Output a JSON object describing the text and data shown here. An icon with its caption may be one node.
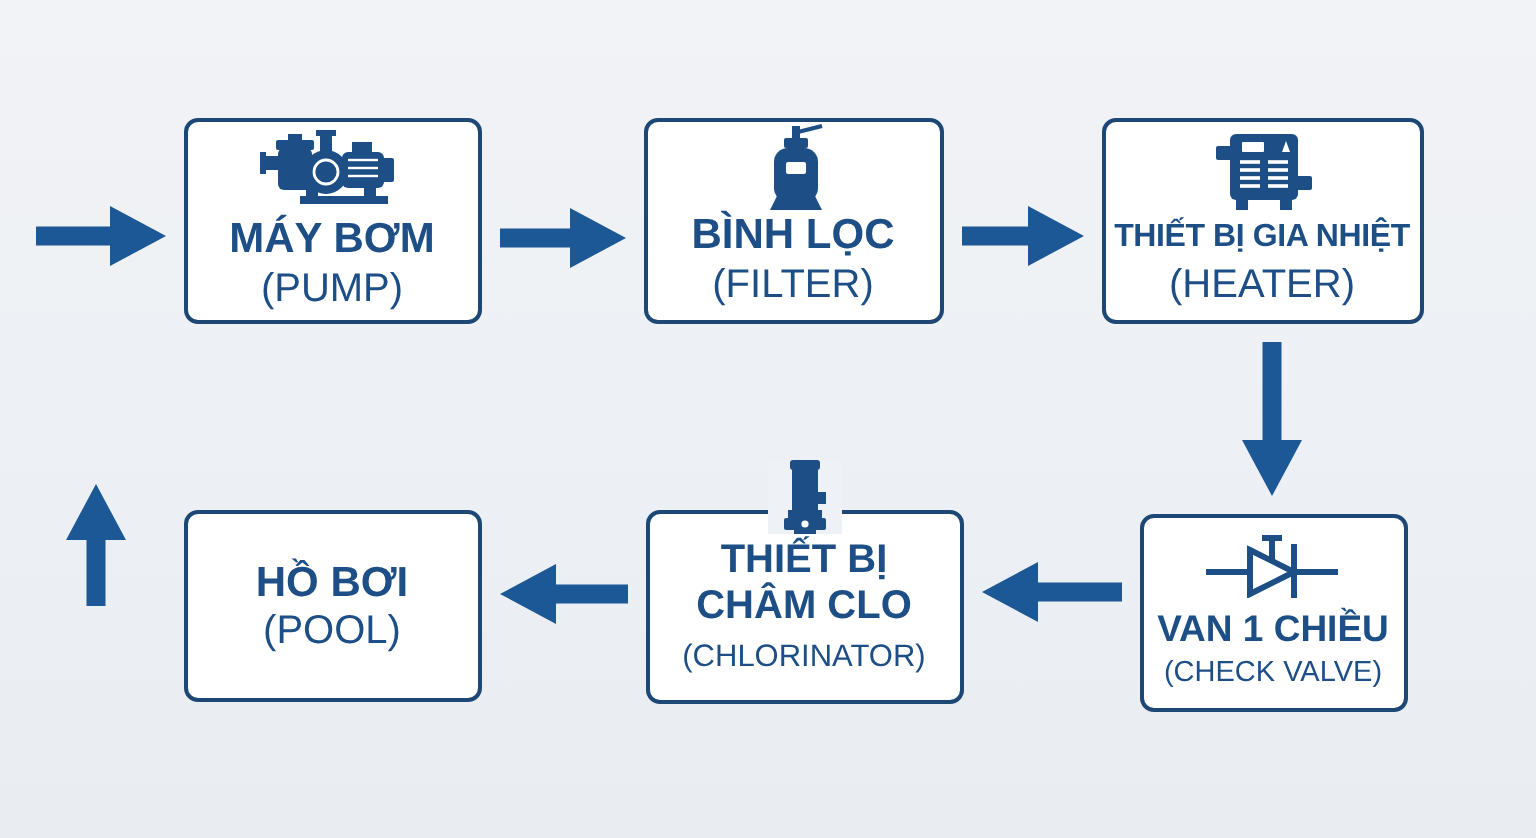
{
  "diagram": {
    "nodes": [
      {
        "text": [
          "MÁY BƠM",
          "(PUMP)"
        ]
      },
      {
        "text": [
          "BÌNH LỌC",
          "(FILTER)"
        ]
      },
      {
        "text": [
          "THIẾT BỊ GIA NHIỆT",
          "(HEATER)"
        ]
      },
      {
        "text": [
          "HỒ BƠI",
          "(POOL)"
        ]
      },
      {
        "text": [
          "THIẾT BỊ CHÂM CLO",
          "(CHLORINATOR)"
        ]
      },
      {
        "text": [
          "VAN 1 CHIỀU",
          "(CHECK VALVE)"
        ]
      }
    ],
    "edges": [
      {
        "from": null,
        "to": 0,
        "arrow": "to"
      },
      {
        "from": 0,
        "to": 1,
        "arrow": "to"
      },
      {
        "from": 1,
        "to": 2,
        "arrow": "to"
      },
      {
        "from": 2,
        "to": 5,
        "arrow": "to"
      },
      {
        "from": 5,
        "to": 4,
        "arrow": "to"
      },
      {
        "from": 4,
        "to": 3,
        "arrow": "to"
      }
    ]
  }
}
